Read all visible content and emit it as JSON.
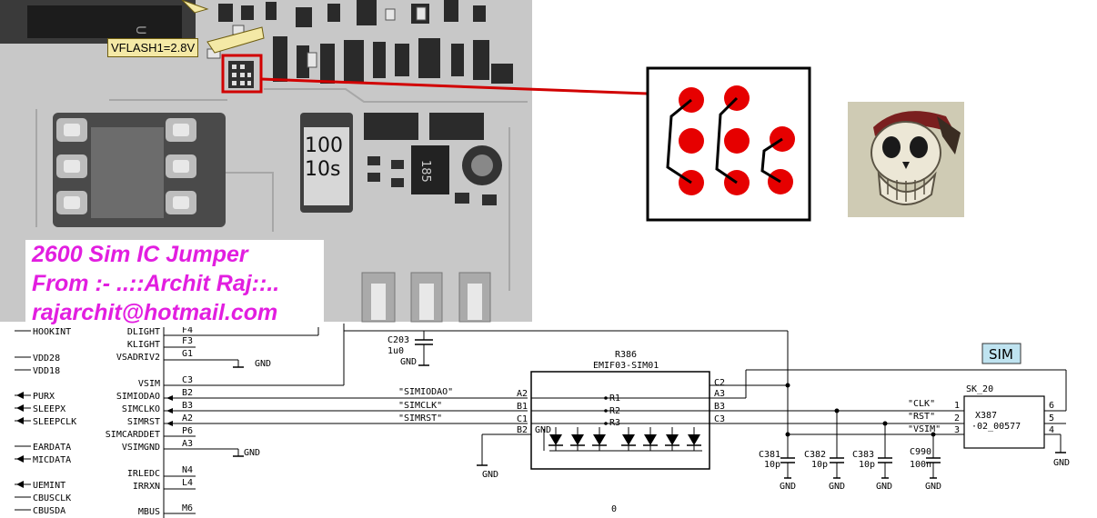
{
  "credit": {
    "line1": "2600 Sim IC Jumper",
    "line2": "From :- ..::Archit Raj::..",
    "line3": "rajarchit@hotmail.com"
  },
  "pcb": {
    "vflash_label": "VFLASH1=2.8V",
    "inductor_line1": "100",
    "inductor_line2": "10s",
    "chip_mark": "185"
  },
  "colors": {
    "credit_text": "#e21ee0",
    "jumper_red": "#e60000",
    "highlight_box": "#d10000",
    "sim_label_bg": "#bfe3f0"
  },
  "schematic": {
    "left_labels": [
      "HOOKINT",
      "VDD28",
      "VDD18",
      "PURX",
      "SLEEPX",
      "SLEEPCLK",
      "EARDATA",
      "MICDATA",
      "UEMINT",
      "CBUSCLK",
      "CBUSDA"
    ],
    "signals": [
      {
        "name": "DLIGHT",
        "pin": "F4"
      },
      {
        "name": "KLIGHT",
        "pin": "F3"
      },
      {
        "name": "VSADRIV2",
        "pin": "G1"
      },
      {
        "name": "VSIM",
        "pin": "C3"
      },
      {
        "name": "SIMIODAO",
        "pin": "B2"
      },
      {
        "name": "SIMCLKO",
        "pin": "B3"
      },
      {
        "name": "SIMRST",
        "pin": "A2"
      },
      {
        "name": "SIMCARDDET",
        "pin": "P6"
      },
      {
        "name": "VSIMGND",
        "pin": "A3"
      },
      {
        "name": "IRLEDC",
        "pin": "N4"
      },
      {
        "name": "IRRXN",
        "pin": "L4"
      },
      {
        "name": "MBUS",
        "pin": "M6"
      }
    ],
    "gnd": "GND",
    "c203": {
      "name": "C203",
      "value": "1u0"
    },
    "r386": {
      "name": "R386",
      "part": "EMIF03-SIM01"
    },
    "emif_left_pins": [
      "A2",
      "B1",
      "C1",
      "B2"
    ],
    "emif_right_pins": [
      "C2",
      "A3",
      "B3",
      "C3"
    ],
    "emif_resistors": [
      "R1",
      "R2",
      "R3"
    ],
    "emif_gnd": "GND",
    "nets": [
      "\"SIMIODAO\"",
      "\"SIMCLK\"",
      "\"SIMRST\""
    ],
    "sim_nets": [
      "\"CLK\"",
      "\"RST\"",
      "\"VSIM\""
    ],
    "sim_label": "SIM",
    "connector": {
      "name": "SK_20",
      "part1": "X387",
      "part2": "·02_00577",
      "left_pins": [
        "1",
        "2",
        "3"
      ],
      "right_pins": [
        "6",
        "5",
        "4"
      ]
    },
    "caps": [
      {
        "name": "C381",
        "value": "10p"
      },
      {
        "name": "C382",
        "value": "10p"
      },
      {
        "name": "C383",
        "value": "10p"
      },
      {
        "name": "C990",
        "value": "100n"
      }
    ],
    "bottom_mark": "0"
  }
}
